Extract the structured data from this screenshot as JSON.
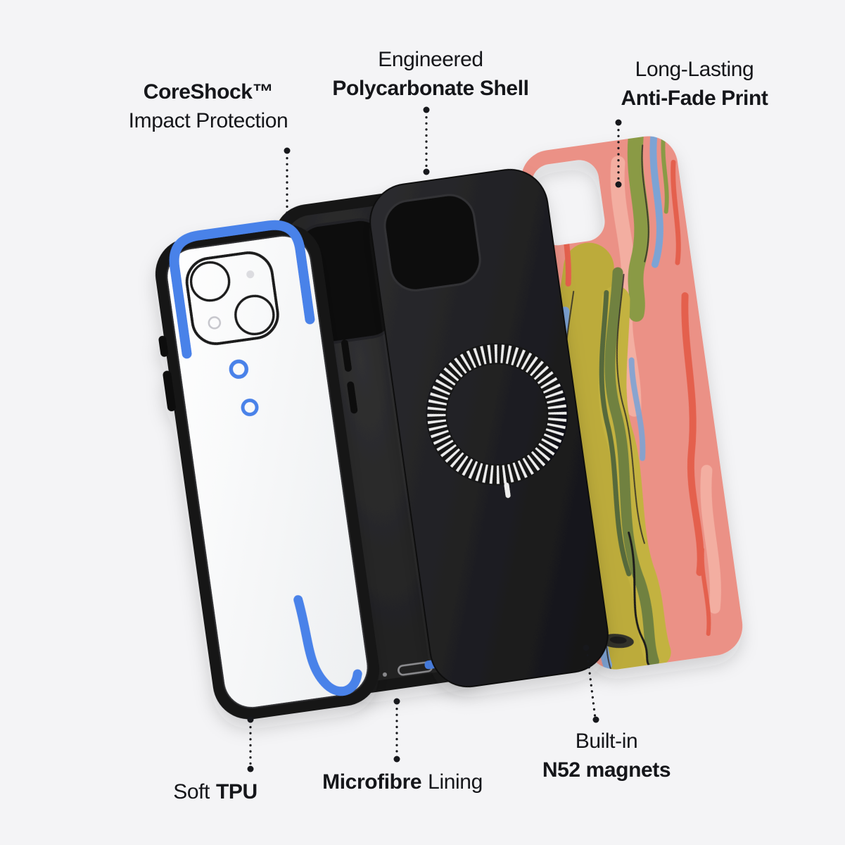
{
  "page": {
    "background": "#f4f4f6"
  },
  "labels": {
    "coreshock": {
      "bold": "CoreShock™",
      "regular": "Impact Protection"
    },
    "shell": {
      "regular": "Engineered",
      "bold": "Polycarbonate Shell"
    },
    "print": {
      "regular": "Long-Lasting",
      "bold": "Anti-Fade Print"
    },
    "tpu": {
      "regular": "Soft",
      "bold": "TPU"
    },
    "lining": {
      "bold": "Microfibre",
      "regular": "Lining"
    },
    "magnets": {
      "regular": "Built-in",
      "bold": "N52 magnets"
    }
  },
  "colors": {
    "text": "#15161a",
    "leader_line": "#17181c",
    "accent_blue": "#4a82e9",
    "case_black": "#161617",
    "magsafe_ring": "#ededed",
    "marble_base": "#eb9186",
    "marble_yellow": "#bcab3a",
    "marble_green": "#6f8140",
    "marble_blue": "#7da3d4",
    "marble_coral": "#e4604e"
  }
}
